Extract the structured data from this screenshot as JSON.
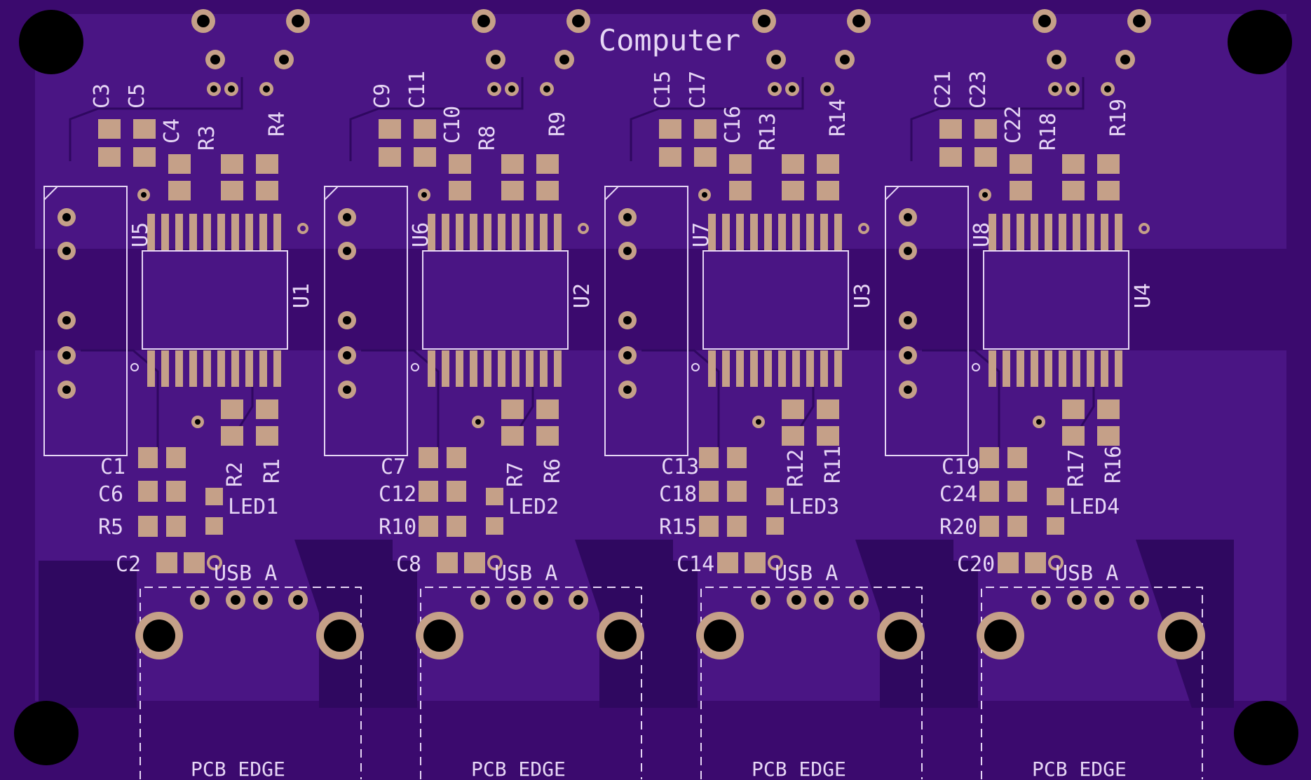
{
  "board": {
    "title": "Computer",
    "colors": {
      "board": "#3b0a6e",
      "copper": "#4a1584",
      "copper_dark": "#2f0860",
      "pad": "#c5a088",
      "hole": "#000000",
      "silk": "#e6d6f5",
      "edge": "#ffffff"
    }
  },
  "channels": [
    {
      "ic": "U1",
      "conn": "U5",
      "led": "LED1",
      "caps_top": [
        "C3",
        "C5"
      ],
      "cap_mid": "C4",
      "res_top": [
        "R3",
        "R4"
      ],
      "res_bot": [
        "R2",
        "R1"
      ],
      "left_labels": [
        "C1",
        "C6",
        "R5",
        "C2"
      ],
      "usb": "USB A",
      "edge": "PCB EDGE"
    },
    {
      "ic": "U2",
      "conn": "U6",
      "led": "LED2",
      "caps_top": [
        "C9",
        "C11"
      ],
      "cap_mid": "C10",
      "res_top": [
        "R8",
        "R9"
      ],
      "res_bot": [
        "R7",
        "R6"
      ],
      "left_labels": [
        "C7",
        "C12",
        "R10",
        "C8"
      ],
      "usb": "USB A",
      "edge": "PCB EDGE"
    },
    {
      "ic": "U3",
      "conn": "U7",
      "led": "LED3",
      "caps_top": [
        "C15",
        "C17"
      ],
      "cap_mid": "C16",
      "res_top": [
        "R13",
        "R14"
      ],
      "res_bot": [
        "R12",
        "R11"
      ],
      "left_labels": [
        "C13",
        "C18",
        "R15",
        "C14"
      ],
      "usb": "USB A",
      "edge": "PCB EDGE"
    },
    {
      "ic": "U4",
      "conn": "U8",
      "led": "LED4",
      "caps_top": [
        "C21",
        "C23"
      ],
      "cap_mid": "C22",
      "res_top": [
        "R18",
        "R19"
      ],
      "res_bot": [
        "R17",
        "R16"
      ],
      "left_labels": [
        "C19",
        "C24",
        "R20",
        "C20"
      ],
      "usb": "USB A",
      "edge": "PCB EDGE"
    }
  ]
}
